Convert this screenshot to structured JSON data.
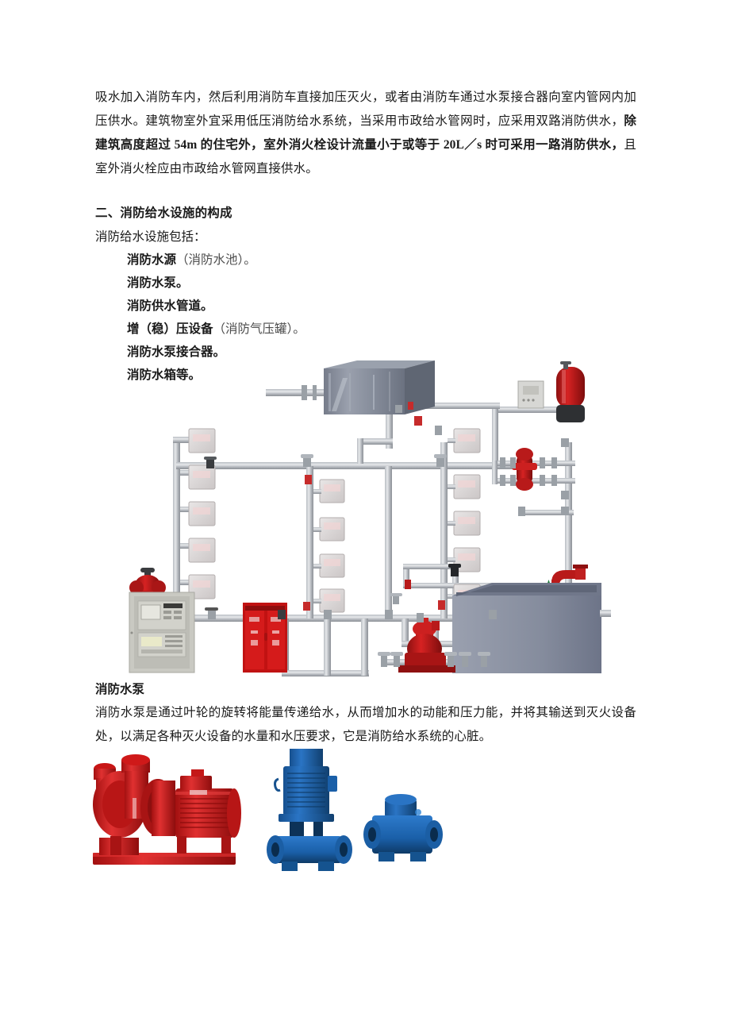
{
  "document": {
    "paragraphs": [
      {
        "id": "intro",
        "runs": [
          {
            "text": "吸水加入消防车内，然后利用消防车直接加压灭火，或者由消防车通过水泵接合器向室内管网内加压供水。建筑物室外宜采用低压消防给水系统，当采用市政给水管网时，应采用双路消防供水，",
            "bold": false
          },
          {
            "text": "除建筑高度超过 54m 的住宅外，室外消火栓设计流量小于或等于 20L／s 时可采用一路消防供水，",
            "bold": true
          },
          {
            "text": "且室外消火栓应由市政给水管网直接供水。",
            "bold": false
          }
        ]
      }
    ],
    "section_heading": "二、消防给水设施的构成",
    "section_lead": "消防给水设施包括：",
    "facility_list": [
      {
        "main": "消防水源",
        "sub": "（消防水池）。"
      },
      {
        "main": "消防水泵。",
        "sub": ""
      },
      {
        "main": "消防供水管道。",
        "sub": ""
      },
      {
        "main": "增（稳）压设备",
        "sub": "（消防气压罐）。"
      },
      {
        "main": "消防水泵接合器。",
        "sub": ""
      },
      {
        "main": "消防水箱等。",
        "sub": ""
      }
    ],
    "pump_heading": "消防水泵",
    "pump_body": "消防水泵是通过叶轮的旋转将能量传递给水，从而增加水的动能和压力能，并将其输送到灭火设备处，以满足各种灭火设备的水量和水压要求，它是消防给水系统的心脏。"
  },
  "figures": {
    "schematic": {
      "name": "fire-water-supply-system-schematic",
      "alt": "消防给水系统示意图",
      "components": [
        "消防水箱",
        "消防气压罐",
        "消防控制柜",
        "消防水泵控制箱",
        "消火栓箱",
        "消防水泵",
        "水泵接合器",
        "消防水池",
        "供水管道",
        "阀门"
      ]
    },
    "pumps": {
      "name": "fire-pump-photographs",
      "alt": "消防水泵实物图",
      "items": [
        {
          "label": "卧式单级消防泵",
          "color": "#d01414"
        },
        {
          "label": "立式管道消防泵",
          "color": "#1a5fa8"
        },
        {
          "label": "管道泵泵体",
          "color": "#1a5fa8"
        }
      ]
    }
  },
  "colors": {
    "text": "#1a1a1a",
    "muted": "#4d4d4d",
    "pipe_light": "#cfd2d6",
    "pipe_mid": "#a7abb1",
    "pipe_dark": "#7d8187",
    "red": "#c01b1b",
    "red_dark": "#8b1010",
    "tank": "#8b92a3",
    "tank_dark": "#6f778a",
    "panel": "#c9c9c2",
    "blue": "#1a5fa8",
    "blue_dark": "#11406f"
  }
}
